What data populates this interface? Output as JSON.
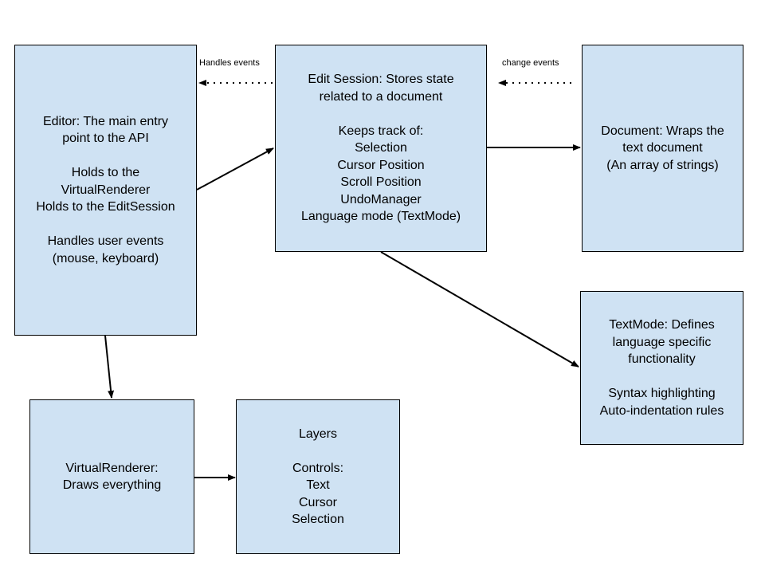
{
  "nodes": {
    "editor": {
      "lines": [
        "Editor: The main entry",
        "point to the API",
        "",
        "Holds to the",
        "VirtualRenderer",
        "Holds to the EditSession",
        "",
        "Handles user events",
        "(mouse, keyboard)"
      ]
    },
    "edit_session": {
      "lines": [
        "Edit Session: Stores state",
        "related to a document",
        "",
        "Keeps track of:",
        "Selection",
        "Cursor Position",
        "Scroll Position",
        "UndoManager",
        "Language mode (TextMode)"
      ]
    },
    "document": {
      "lines": [
        "Document: Wraps the",
        "text document",
        "(An array of strings)"
      ]
    },
    "text_mode": {
      "lines": [
        "TextMode: Defines",
        "language specific",
        "functionality",
        "",
        "Syntax highlighting",
        "Auto-indentation rules"
      ]
    },
    "virtual_renderer": {
      "lines": [
        "VirtualRenderer:",
        "Draws everything"
      ]
    },
    "layers": {
      "lines": [
        "Layers",
        "",
        "Controls:",
        "Text",
        "Cursor",
        "Selection"
      ]
    }
  },
  "edge_labels": {
    "handles_events": "Handles events",
    "change_events": "change events"
  },
  "colors": {
    "node_fill": "#cfe2f3",
    "node_border": "#000000",
    "edge": "#000000"
  }
}
